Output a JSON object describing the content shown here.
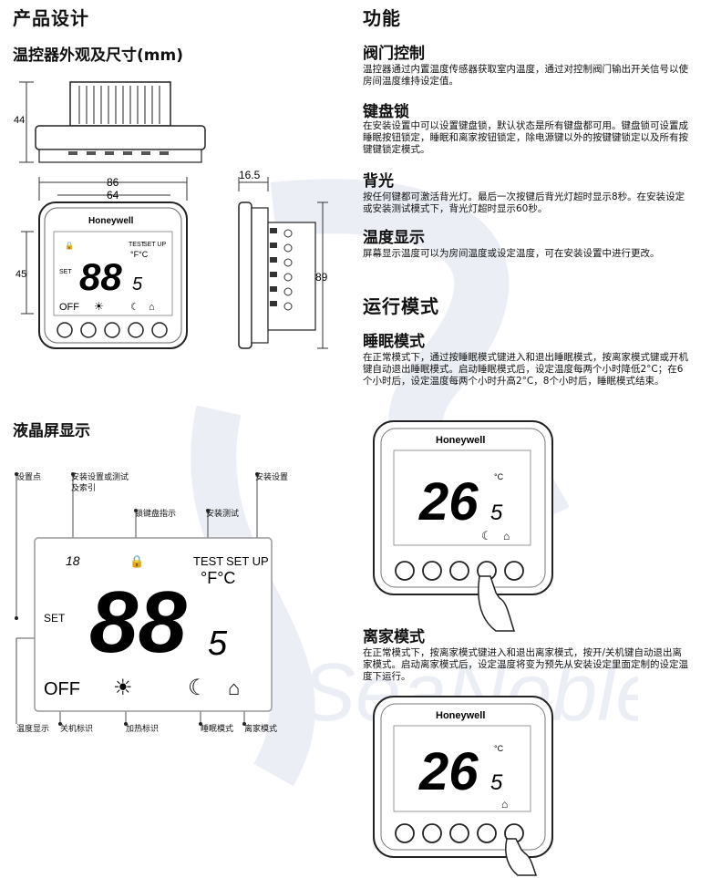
{
  "left": {
    "title": "产品设计",
    "dims_title": "温控器外观及尺寸(mm)",
    "dims": {
      "h44": "44",
      "w86": "86",
      "w64": "64",
      "h45": "45",
      "d16": "16.5",
      "h89": "89"
    },
    "lcd_title": "液晶屏显示"
  },
  "device": {
    "brand": "Honeywell",
    "small_digits": "88",
    "small_dec": "5",
    "small_test": "TEST",
    "small_setup": "SET UP",
    "small_set": "SET",
    "small_off": "OFF",
    "small_unit": "°F°C",
    "run_digits": "26",
    "run_dec": "5",
    "run_unit": "°C"
  },
  "lcd": {
    "labels": {
      "setpoint": "设置点",
      "install_test_index": "安装设置或测试",
      "install_test_index2": "及索引",
      "lock": "锁键盘指示",
      "install_test": "安装测试",
      "install_setup": "安装设置",
      "temp": "温度显示",
      "off": "关机标识",
      "heat": "加热标识",
      "sleep": "睡眠模式",
      "away": "离家模式"
    },
    "index": "18",
    "test": "TEST",
    "setup": "SET UP",
    "set": "SET",
    "digits": "88",
    "dec": "5",
    "unit": "°F°C",
    "off": "OFF"
  },
  "right": {
    "func_title": "功能",
    "valve_title": "阀门控制",
    "valve_text": "温控器通过内置温度传感器获取室内温度，通过对控制阀门输出开关信号以使房间温度维持设定值。",
    "lock_title": "键盘锁",
    "lock_text": "在安装设置中可以设置键盘锁，默认状态是所有键盘都可用。键盘锁可设置成睡眠按钮锁定，睡眠和离家按钮锁定，除电源键以外的按键键锁定以及所有按键键锁定模式。",
    "backlight_title": "背光",
    "backlight_text": "按任何键都可激活背光灯。最后一次按键后背光灯超时显示8秒。在安装设定或安装测试模式下，背光灯超时显示60秒。",
    "temp_title": "温度显示",
    "temp_text": "屏幕显示温度可以为房间温度或设定温度，可在安装设置中进行更改。",
    "mode_title": "运行模式",
    "sleep_title": "睡眠模式",
    "sleep_text": "在正常模式下，通过按睡眠模式键进入和退出睡眠模式，按离家模式键或开机键自动退出睡眠模式。启动睡眠模式后，设定温度每两个小时降低2°C；在6个小时后，设定温度每两个小时升高2°C，8个小时后，睡眠模式结束。",
    "away_title": "离家模式",
    "away_text": "在正常模式下，按离家模式键进入和退出离家模式，按开/关机键自动退出离家模式。启动离家模式后，设定温度将变为预先从安装设定里面定制的设定温度下运行。"
  },
  "watermark": "SeaNoble"
}
